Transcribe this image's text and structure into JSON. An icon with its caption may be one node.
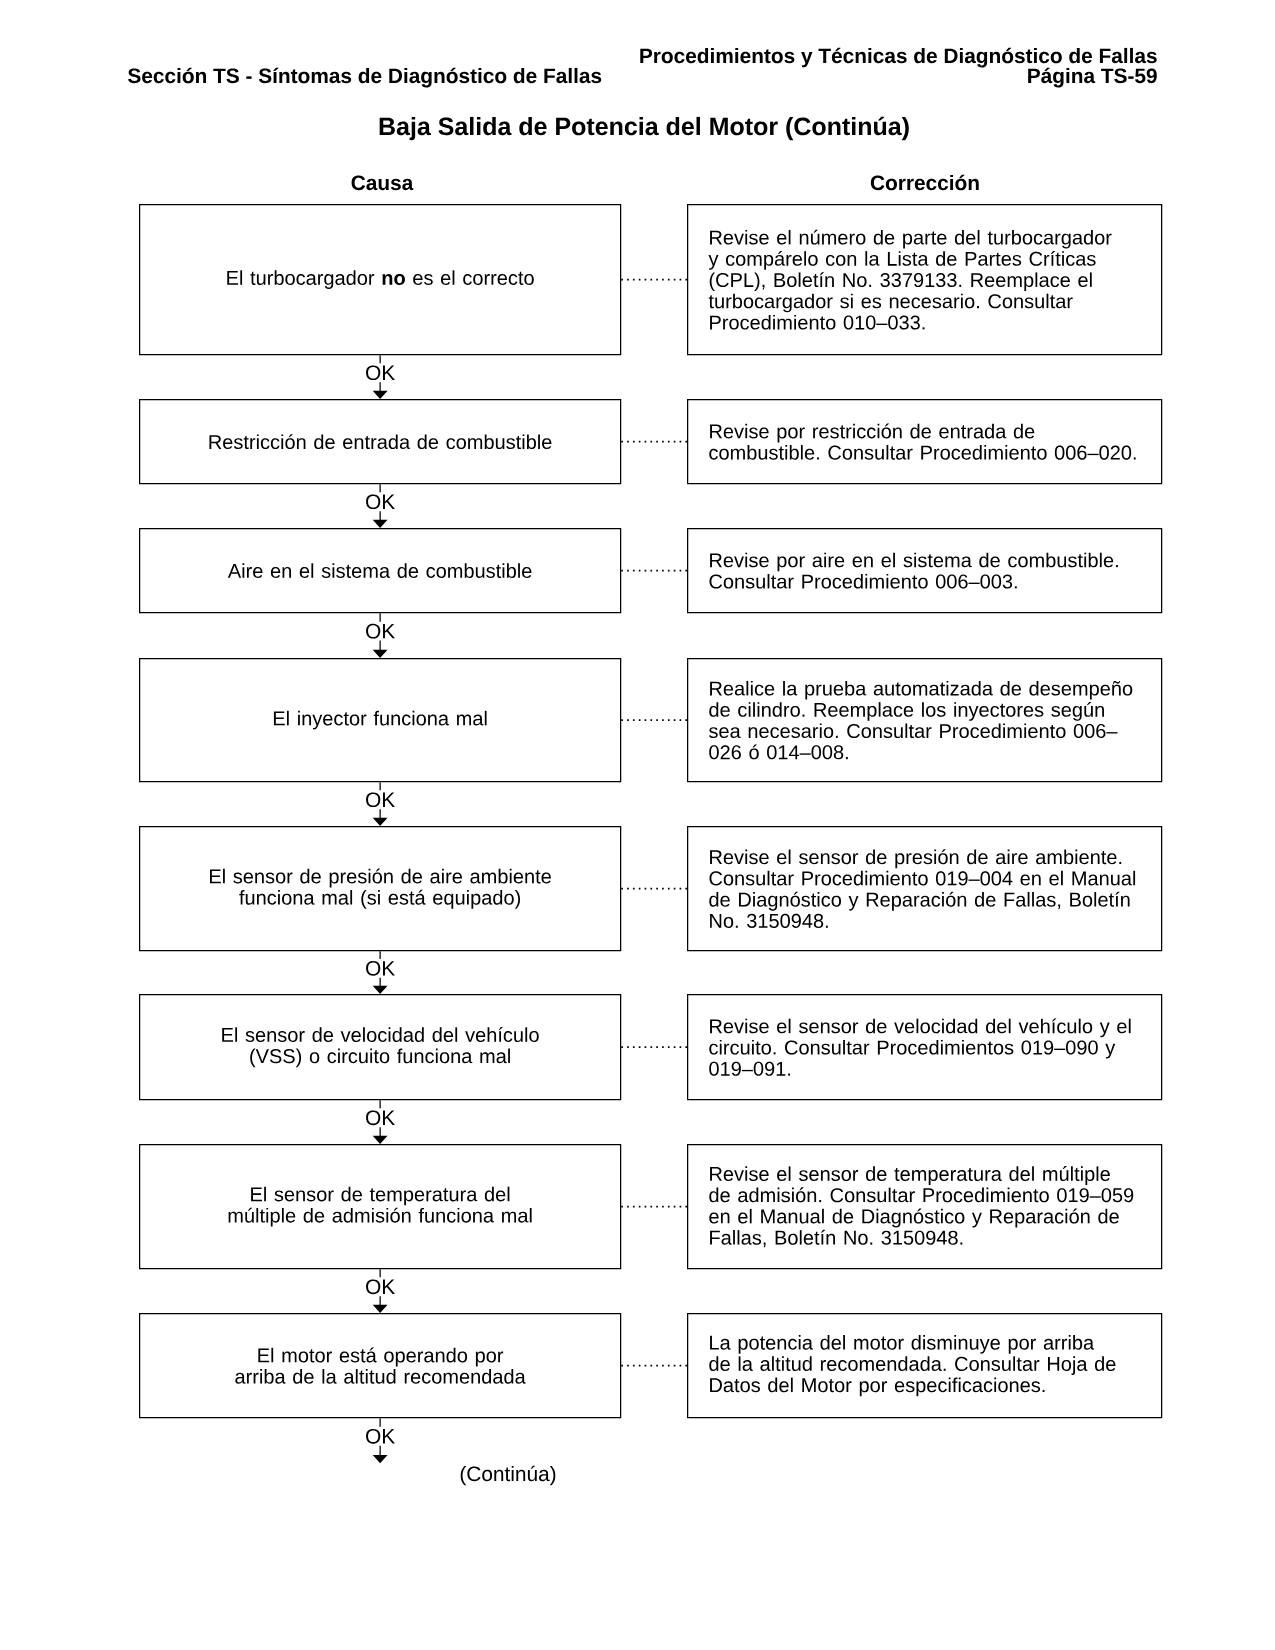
{
  "diagram": {
    "title": "Baja Salida de Potencia del Motor (Continúa)",
    "nodes": [
      {
        "text": [
          "El turbocargador **no** es el correcto"
        ]
      },
      {
        "text": [
          "Restricción de entrada de combustible"
        ]
      },
      {
        "text": [
          "Aire en el sistema de combustible"
        ]
      },
      {
        "text": [
          "El inyector funciona mal"
        ]
      },
      {
        "text": [
          "El sensor de presión de aire ambiente funciona mal (si está equipado)"
        ]
      },
      {
        "text": [
          "El sensor de velocidad del vehículo (VSS) o circuito funciona mal"
        ]
      },
      {
        "text": [
          "El sensor de temperatura del múltiple de admisión funciona mal"
        ]
      },
      {
        "text": [
          "El motor está operando por arriba de la altitud recomendada"
        ]
      },
      {
        "text": [
          "Revise el número de parte del turbocargador y compárelo con la Lista de Partes Críticas (CPL), Boletín No. 3379133. Reemplace el turbocargador si es necesario. Consultar Procedimiento 010–033."
        ]
      },
      {
        "text": [
          "Revise por restricción de entrada de combustible. Consultar Procedimiento 006–020."
        ]
      },
      {
        "text": [
          "Revise por aire en el sistema de combustible. Consultar Procedimiento 006–003."
        ]
      },
      {
        "text": [
          "Realice la prueba automatizada de desempeño de cilindro. Reemplace los inyectores según sea necesario. Consultar Procedimiento 006–026 ó 014–008."
        ]
      },
      {
        "text": [
          "Revise el sensor de presión de aire ambiente. Consultar Procedimiento 019–004 en el Manual de Diagnóstico y Reparación de Fallas, Boletín No. 3150948."
        ]
      },
      {
        "text": [
          "Revise el sensor de velocidad del vehículo y el circuito. Consultar Procedimientos 019–090 y 019–091."
        ]
      },
      {
        "text": [
          "Revise el sensor de temperatura del múltiple de admisión. Consultar Procedimiento 019–059 en el Manual de Diagnóstico y Reparación de Fallas, Boletín No. 3150948."
        ]
      },
      {
        "text": [
          "La potencia del motor disminuye por arriba de la altitud recomendada. Consultar Hoja de Datos del Motor por especificaciones."
        ]
      }
    ],
    "edges": [
      {
        "from": 0,
        "to": 8,
        "arrow": "none",
        "style": "dashed"
      },
      {
        "from": 1,
        "to": 9,
        "arrow": "none",
        "style": "dashed"
      },
      {
        "from": 2,
        "to": 10,
        "arrow": "none",
        "style": "dashed"
      },
      {
        "from": 3,
        "to": 11,
        "arrow": "none",
        "style": "dashed"
      },
      {
        "from": 4,
        "to": 12,
        "arrow": "none",
        "style": "dashed"
      },
      {
        "from": 5,
        "to": 13,
        "arrow": "none",
        "style": "dashed"
      },
      {
        "from": 6,
        "to": 14,
        "arrow": "none",
        "style": "dashed"
      },
      {
        "from": 7,
        "to": 15,
        "arrow": "none",
        "style": "dashed"
      },
      {
        "from": 0,
        "to": 1,
        "arrow": "to",
        "label": "OK"
      },
      {
        "from": 1,
        "to": 2,
        "arrow": "to",
        "label": "OK"
      },
      {
        "from": 2,
        "to": 3,
        "arrow": "to",
        "label": "OK"
      },
      {
        "from": 3,
        "to": 4,
        "arrow": "to",
        "label": "OK"
      },
      {
        "from": 4,
        "to": 5,
        "arrow": "to",
        "label": "OK"
      },
      {
        "from": 5,
        "to": 6,
        "arrow": "to",
        "label": "OK"
      },
      {
        "from": 6,
        "to": 7,
        "arrow": "to",
        "label": "OK"
      },
      {
        "from": 7,
        "to": null,
        "arrow": "to",
        "label": "OK"
      }
    ],
    "labels": [
      "Sección TS - Síntomas de Diagnóstico de Fallas",
      "Procedimientos y Técnicas de Diagnóstico de Fallas",
      "Página TS-59",
      "Causa",
      "Corrección",
      "(Continúa)"
    ]
  }
}
